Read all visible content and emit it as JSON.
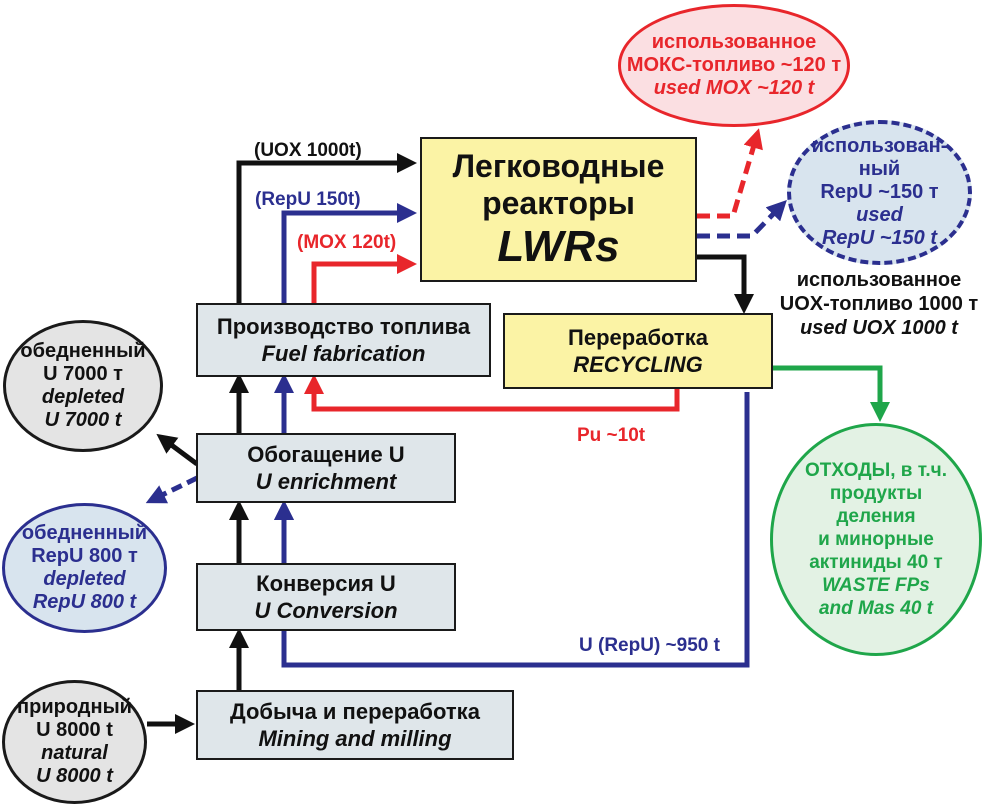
{
  "lwr": {
    "line1": "Легководные",
    "line2": "реакторы",
    "line3": "LWRs"
  },
  "fab": {
    "ru": "Производство топлива",
    "en": "Fuel fabrication"
  },
  "recycling": {
    "ru": "Переработка",
    "en": "RECYCLING"
  },
  "enrichment": {
    "ru": "Обогащение U",
    "en": "U enrichment"
  },
  "conversion": {
    "ru": "Конверсия U",
    "en": "U Conversion"
  },
  "mining": {
    "ru": "Добыча и переработка",
    "en": "Mining and milling"
  },
  "depleted_u": {
    "l1": "обедненный",
    "l2": "U 7000 т",
    "l3": "depleted",
    "l4": "U 7000 t"
  },
  "depleted_repu": {
    "l1": "обедненный",
    "l2": "RepU 800 т",
    "l3": "depleted",
    "l4": "RepU 800 t"
  },
  "natural_u": {
    "l1": "природный",
    "l2": "U 8000 t",
    "l3": "natural",
    "l4": "U 8000 t"
  },
  "used_mox": {
    "l1": "использованное",
    "l2": "МОКС-топливо ~120 т",
    "l3": "used MOX ~120 t"
  },
  "used_repu": {
    "l1": "использован-",
    "l2": "ный",
    "l3": "RepU ~150 т",
    "l4": "used",
    "l5": "RepU ~150 t"
  },
  "waste": {
    "l1": "ОТХОДЫ, в т.ч.",
    "l2": "продукты",
    "l3": "деления",
    "l4": "и минорные",
    "l5": "актиниды 40 т",
    "l6": "WASTE FPs",
    "l7": "and Mas 40 t"
  },
  "used_uox": {
    "l1": "использованное",
    "l2": "UOX-топливо 1000 т",
    "l3": "used UOX 1000 t"
  },
  "labels": {
    "uox": "(UOX 1000t)",
    "repu": "(RepU 150t)",
    "mox": "(MOX 120t)",
    "pu": "Pu ~10t",
    "repu_return": "U (RepU) ~950 t"
  },
  "colors": {
    "black": "#111111",
    "blue": "#2b2f8f",
    "red": "#e8262b",
    "green": "#1fa64a",
    "box_gray": "#dfe6ea",
    "box_yellow": "#fbf3a5"
  }
}
